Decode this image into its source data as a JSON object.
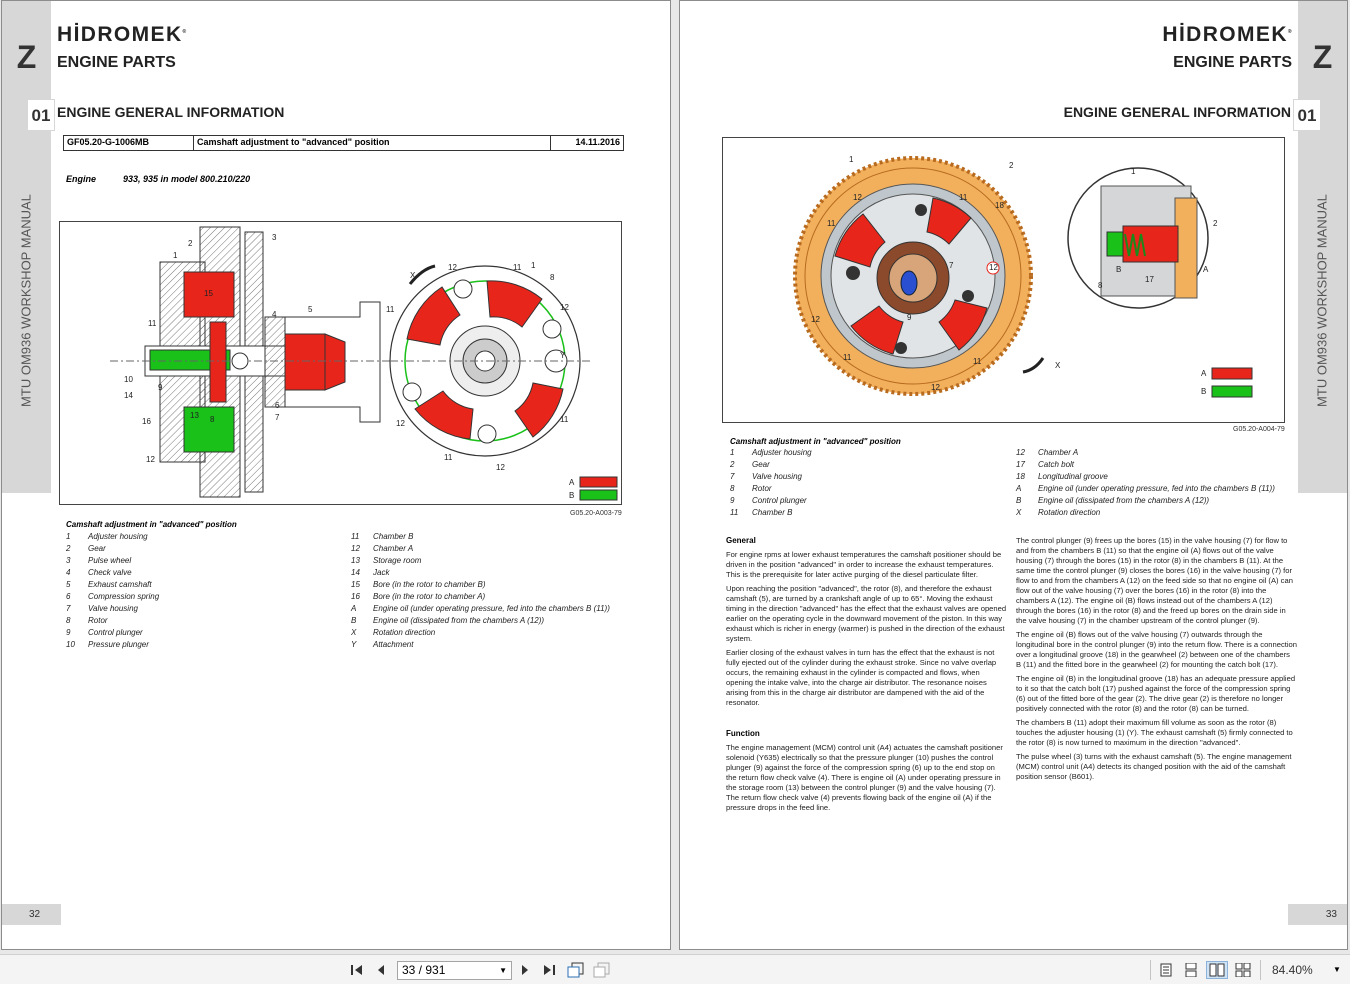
{
  "left_page": {
    "section_letter": "Z",
    "brand": "HİDROMEK",
    "title": "ENGINE PARTS",
    "chapter_number": "01",
    "chapter_title": "ENGINE GENERAL INFORMATION",
    "side_text": "MTU OM936 WORKSHOP MANUAL",
    "doc_id": "GF05.20-G-1006MB",
    "doc_title": "Camshaft adjustment to \"advanced\" position",
    "doc_date": "14.11.2016",
    "engine_label": "Engine",
    "engine_value": "933, 935 in model 800.210/220",
    "figure_ref": "G05.20-A003-79",
    "figure_legend": {
      "a": "A",
      "b": "B"
    },
    "caption": "Camshaft adjustment in \"advanced\" position",
    "legend_left": [
      {
        "k": "1",
        "v": "Adjuster housing"
      },
      {
        "k": "2",
        "v": "Gear"
      },
      {
        "k": "3",
        "v": "Pulse wheel"
      },
      {
        "k": "4",
        "v": "Check valve"
      },
      {
        "k": "5",
        "v": "Exhaust camshaft"
      },
      {
        "k": "6",
        "v": "Compression spring"
      },
      {
        "k": "7",
        "v": "Valve housing"
      },
      {
        "k": "8",
        "v": "Rotor"
      },
      {
        "k": "9",
        "v": "Control plunger"
      },
      {
        "k": "10",
        "v": "Pressure plunger"
      }
    ],
    "legend_right": [
      {
        "k": "11",
        "v": "Chamber B"
      },
      {
        "k": "12",
        "v": "Chamber A"
      },
      {
        "k": "13",
        "v": "Storage room"
      },
      {
        "k": "14",
        "v": "Jack"
      },
      {
        "k": "15",
        "v": "Bore (in the rotor to chamber B)"
      },
      {
        "k": "16",
        "v": "Bore (in the rotor to chamber A)"
      },
      {
        "k": "A",
        "v": "Engine oil (under operating pressure, fed into the chambers B (11))"
      },
      {
        "k": "B",
        "v": "Engine oil (dissipated from the chambers A (12))"
      },
      {
        "k": "X",
        "v": "Rotation direction"
      },
      {
        "k": "Y",
        "v": "Attachment"
      }
    ],
    "page_number": "32"
  },
  "right_page": {
    "section_letter": "Z",
    "brand": "HİDROMEK",
    "title": "ENGINE PARTS",
    "chapter_number": "01",
    "chapter_title": "ENGINE GENERAL INFORMATION",
    "side_text": "MTU OM936 WORKSHOP MANUAL",
    "figure_ref": "G05.20-A004-79",
    "figure_legend": {
      "a": "A",
      "b": "B"
    },
    "caption": "Camshaft adjustment in \"advanced\" position",
    "legend_left": [
      {
        "k": "1",
        "v": "Adjuster housing"
      },
      {
        "k": "2",
        "v": "Gear"
      },
      {
        "k": "7",
        "v": "Valve housing"
      },
      {
        "k": "8",
        "v": "Rotor"
      },
      {
        "k": "9",
        "v": "Control plunger"
      },
      {
        "k": "11",
        "v": "Chamber B"
      }
    ],
    "legend_right": [
      {
        "k": "12",
        "v": "Chamber A"
      },
      {
        "k": "17",
        "v": "Catch bolt"
      },
      {
        "k": "18",
        "v": "Longitudinal groove"
      },
      {
        "k": "A",
        "v": "Engine oil (under operating pressure, fed into the chambers B (11))"
      },
      {
        "k": "B",
        "v": "Engine oil (dissipated from the chambers A (12))"
      },
      {
        "k": "X",
        "v": "Rotation direction"
      }
    ],
    "general_heading": "General",
    "general_paragraphs": [
      "For engine rpms at lower exhaust temperatures the camshaft positioner should be driven in the position \"advanced\" in order to increase the exhaust temperatures. This is the prerequisite for later active purging of the diesel particulate filter.",
      "Upon reaching the position \"advanced\", the rotor (8), and therefore the exhaust camshaft (5), are turned by a crankshaft angle of up to 65°. Moving the exhaust timing in the direction \"advanced\" has the effect that the exhaust valves are opened earlier on the operating cycle in the downward movement of the piston. In this way exhaust which is richer in energy (warmer) is pushed in the direction of the exhaust system.",
      "Earlier closing of the exhaust valves in turn has the effect that the exhaust is not fully ejected out of the cylinder during the exhaust stroke. Since no valve overlap occurs, the remaining exhaust in the cylinder is compacted and flows, when opening the intake valve, into the charge air distributor. The resonance noises arising from this in the charge air distributor are dampened with the aid of the resonator."
    ],
    "function_heading": "Function",
    "function_paragraphs": [
      "The engine management (MCM) control unit (A4) actuates the camshaft positioner solenoid (Y635) electrically so that the pressure plunger (10) pushes the control plunger (9) against the force of the compression spring (6) up to the end stop on the return flow check valve (4). There is engine oil (A) under operating pressure in the storage room (13) between the control plunger (9) and the valve housing (7). The return flow check valve (4) prevents flowing back of the engine oil (A) if the pressure drops in the feed line."
    ],
    "col2_paragraphs": [
      "The control plunger (9) frees up the bores (15) in the valve housing (7) for flow to and from the chambers B (11) so that the engine oil (A) flows out of the valve housing (7) through the bores (15) in the rotor (8) in the chambers B (11). At the same time the control plunger (9) closes the bores (16) in the valve housing (7) for flow to and from the chambers A (12) on the feed side so that no engine oil (A) can flow out of the valve housing (7) over the bores (16) in the rotor (8) into the chambers A (12). The engine oil (B) flows instead out of the chambers A (12) through the bores (16) in the rotor (8) and the freed up bores on the drain side in the valve housing (7) in the chamber upstream of the control plunger (9).",
      "The engine oil (B) flows out of the valve housing (7) outwards through the longitudinal bore in the control plunger (9) into the return flow. There is a connection over a longitudinal groove (18) in the gearwheel (2) between one of the chambers B (11) and the fitted bore in the gearwheel (2) for mounting the catch bolt (17).",
      "The engine oil (B) in the longitudinal groove (18) has an adequate pressure applied to it so that the catch bolt (17) pushed against the force of the compression spring (6) out of the fitted bore of the gear (2). The drive gear (2) is therefore no longer positively connected with the rotor (8) and the rotor (8) can be turned.",
      "The chambers B (11) adopt their maximum fill volume as soon as the rotor (8) touches the adjuster housing (1) (Y). The exhaust camshaft (5) firmly connected to the rotor (8) is now turned to maximum in the direction \"advanced\".",
      "The pulse wheel (3) turns with the exhaust camshaft (5). The engine management (MCM) control unit (A4) detects its changed position with the aid of the camshaft position sensor (B601)."
    ],
    "page_number": "33"
  },
  "toolbar": {
    "page_field": "33 / 931",
    "zoom": "84.40%"
  },
  "colors": {
    "chamber_a": "#e8251b",
    "chamber_b": "#19c119",
    "gear": "#f2b05d",
    "tab": "#d7d7d7"
  }
}
